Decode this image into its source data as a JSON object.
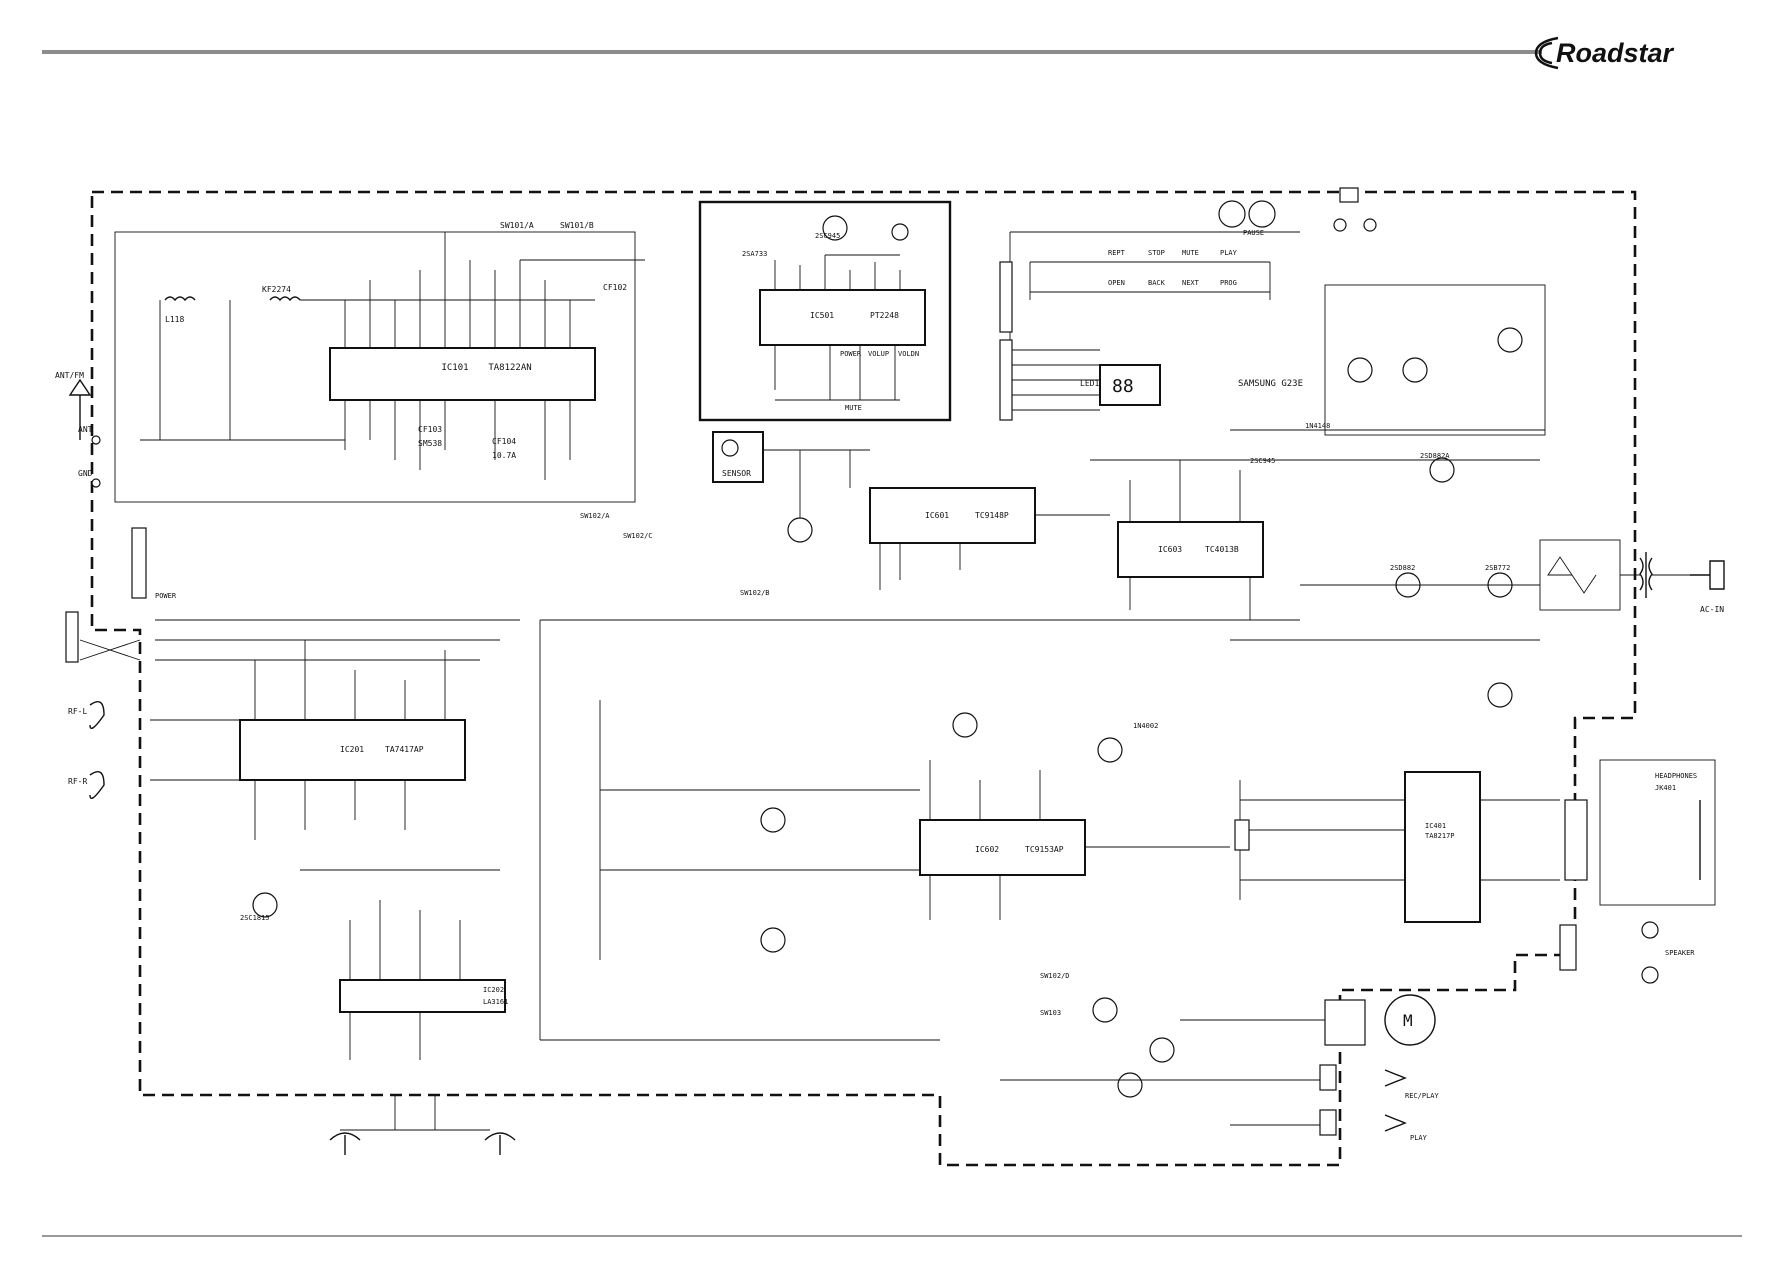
{
  "brand": {
    "name": "Roadstar"
  },
  "ics": [
    {
      "ref": "IC101",
      "part": "TA8122AN"
    },
    {
      "ref": "IC501",
      "part": "PT2248"
    },
    {
      "ref": "IC601",
      "part": "TC9148P"
    },
    {
      "ref": "IC603",
      "part": "TC4013B"
    },
    {
      "ref": "IC201",
      "part": "TA7417AP"
    },
    {
      "ref": "IC202",
      "part": "LA3161"
    },
    {
      "ref": "IC602",
      "part": "TC9153AP"
    },
    {
      "ref": "IC401",
      "part": "TA8217P"
    }
  ],
  "display": {
    "ref": "LED1",
    "part": "SAMSUNG G23E"
  },
  "blocks": {
    "sensor": "SENSOR",
    "remote_keys": [
      "POWER",
      "VOLUP",
      "VOLDN",
      "MUTE"
    ],
    "front_keys": [
      "REPT",
      "STOP",
      "MUTE",
      "PLAY",
      "OPEN",
      "BACK",
      "NEXT",
      "PROG",
      "PAUSE"
    ]
  },
  "connectors": {
    "antenna": "ANT/FM",
    "ant": "ANT",
    "gnd": "GND",
    "ac_in": "AC-IN",
    "headphones": "HEADPHONES",
    "speaker": "SPEAKER",
    "rec_play": "REC/PLAY",
    "play": "PLAY",
    "power": "POWER",
    "rf_l": "RF-L",
    "rf_r": "RF-R",
    "jack": "JK401"
  },
  "switches": [
    "SW101/A",
    "SW101/B",
    "SW102/A",
    "SW102/B",
    "SW102/C",
    "SW102/D",
    "SW103"
  ],
  "transistors": [
    "2SC945",
    "2SA733",
    "2SC1815",
    "2SD882",
    "2SB772",
    "2SC945",
    "2SD882A"
  ],
  "parts_misc": [
    "L118",
    "KF2274",
    "CF102",
    "CF103",
    "CF104",
    "10.7A",
    "SM538",
    "1N4148",
    "1N4002",
    "M"
  ]
}
